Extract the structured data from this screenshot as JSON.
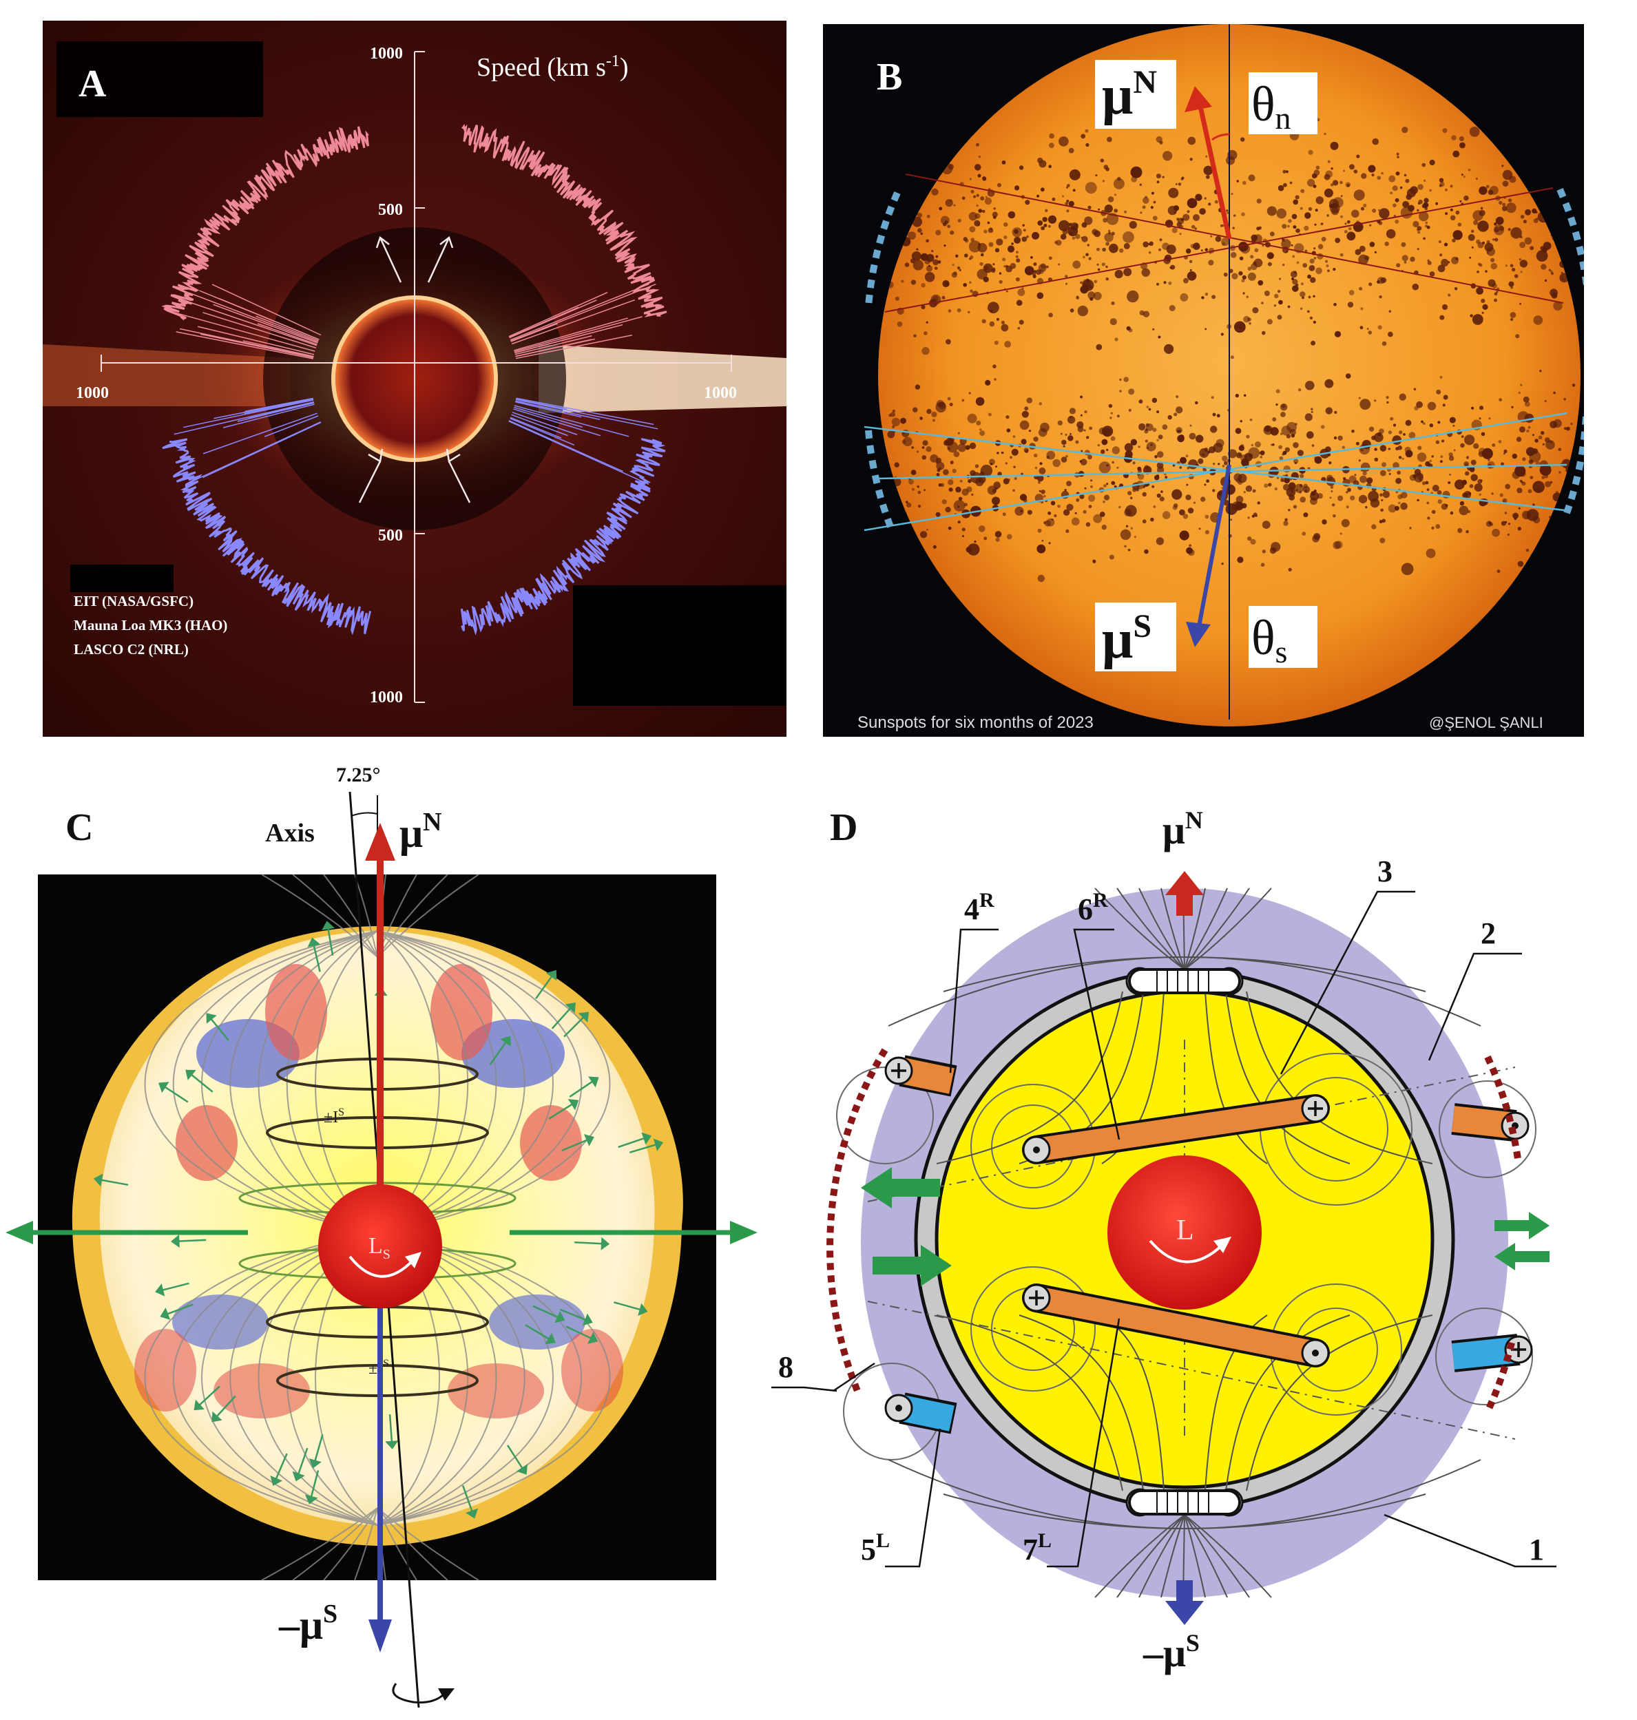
{
  "panel_a": {
    "letter": "A",
    "title": "Speed (km s",
    "title_exp": "-1",
    "title_close": ")",
    "tick_top": "1000",
    "tick_mid_top": "500",
    "tick_left": "1000",
    "tick_right": "1000",
    "tick_mid_bottom": "500",
    "tick_bottom": "1000",
    "credit_1": "EIT (NASA/GSFC)",
    "credit_2": "Mauna Loa MK3 (HAO)",
    "credit_3": "LASCO C2 (NRL)"
  },
  "panel_b": {
    "letter": "B",
    "mu_n": "μ",
    "mu_n_sup": "N",
    "theta_n": "θ",
    "theta_n_sub": "n",
    "mu_s": "μ",
    "mu_s_sup": "S",
    "theta_s": "θ",
    "theta_s_sub": "s",
    "caption": "Sunspots for six months of 2023",
    "credit": "@ŞENOL ŞANLI"
  },
  "panel_c": {
    "letter": "C",
    "angle": "7.25°",
    "axis": "Axis",
    "mu_n": "μ",
    "mu_n_sup": "N",
    "current_top": "±I",
    "current_top_sup": "S",
    "core": "L",
    "core_sub": "S",
    "current_bottom": "±I",
    "current_bottom_sup": "S",
    "mu_s": "–μ",
    "mu_s_sup": "S"
  },
  "panel_d": {
    "letter": "D",
    "mu_n": "μ",
    "mu_n_sup": "N",
    "label_4": "4",
    "label_4_sup": "R",
    "label_6": "6",
    "label_6_sup": "R",
    "label_3": "3",
    "label_2": "2",
    "core": "L",
    "label_8": "8",
    "label_5": "5",
    "label_5_sup": "L",
    "label_7": "7",
    "label_7_sup": "L",
    "label_1": "1",
    "mu_s": "–μ",
    "mu_s_sup": "S"
  },
  "colors": {
    "north": "#c8281e",
    "south": "#3a46a8",
    "green": "#2a9a4a",
    "sun_orange": "#f4a128",
    "lilac": "#b7b2dc",
    "yellow": "#fff200",
    "tube_orange": "#e8863a",
    "tube_blue": "#38a8e0"
  }
}
